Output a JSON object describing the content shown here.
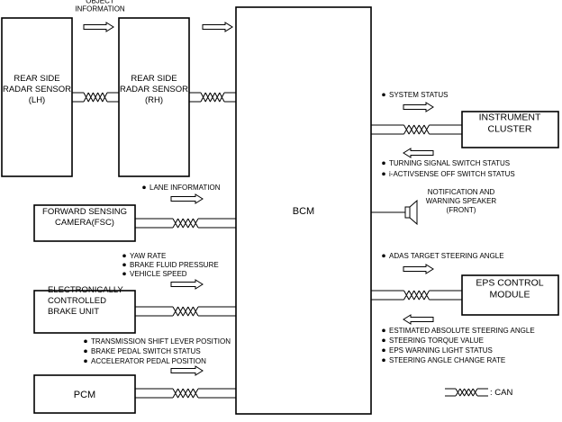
{
  "blocks": {
    "rear_lh": "REAR SIDE\nRADAR SENSOR\n(LH)",
    "rear_rh": "REAR SIDE\nRADAR SENSOR\n(RH)",
    "bcm": "BCM",
    "fsc": "FORWARD SENSING\nCAMERA(FSC)",
    "brake": "ELECTRONICALLY\nCONTROLLED\nBRAKE UNIT",
    "pcm": "PCM",
    "cluster": "INSTRUMENT\nCLUSTER",
    "eps": "EPS CONTROL\nMODULE",
    "speaker": "NOTIFICATION AND\nWARNING SPEAKER\n(FRONT)"
  },
  "signals": {
    "object_info": "OBJECT\nINFORMATION",
    "fsc": [
      "LANE INFORMATION"
    ],
    "brake": [
      "YAW RATE",
      "BRAKE FLUID PRESSURE",
      "VEHICLE SPEED"
    ],
    "pcm": [
      "TRANSMISSION SHIFT LEVER POSITION",
      "BRAKE PEDAL SWITCH STATUS",
      "ACCELERATOR PEDAL POSITION"
    ],
    "cluster_out": [
      "SYSTEM STATUS"
    ],
    "cluster_in": [
      "TURNING SIGNAL SWITCH STATUS",
      "i-ACTIVSENSE OFF SWITCH STATUS"
    ],
    "eps_out": [
      "ADAS TARGET STEERING ANGLE"
    ],
    "eps_in": [
      "ESTIMATED ABSOLUTE STEERING ANGLE",
      "STEERING TORQUE VALUE",
      "EPS WARNING LIGHT STATUS",
      "STEERING ANGLE CHANGE RATE"
    ]
  },
  "legend": {
    "label": ": CAN"
  }
}
